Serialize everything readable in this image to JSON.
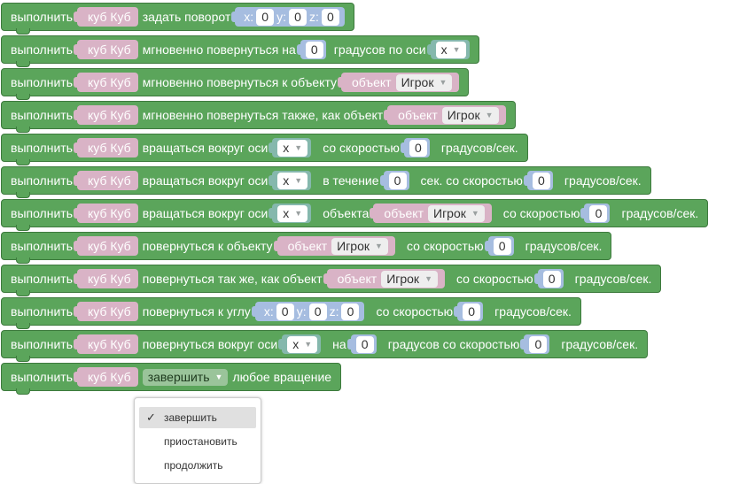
{
  "common": {
    "execute": "выполнить",
    "object": "куб Куб"
  },
  "rows": [
    {
      "action": "задать поворот",
      "x": "0",
      "y": "0",
      "z": "0",
      "xl": "x:",
      "yl": "y:",
      "zl": "z:"
    },
    {
      "action": "мгновенно повернуться на",
      "value": "0",
      "unit": "градусов по оси",
      "axis": "x"
    },
    {
      "action": "мгновенно повернуться к объекту",
      "target_label": "объект",
      "target": "Игрок"
    },
    {
      "action": "мгновенно повернуться также, как объект",
      "target_label": "объект",
      "target": "Игрок"
    },
    {
      "action": "вращаться вокруг оси",
      "axis": "x",
      "speed_label": "со скоростью",
      "speed": "0",
      "unit": "градусов/сек."
    },
    {
      "action": "вращаться вокруг оси",
      "axis": "x",
      "during": "в течение",
      "sec": "0",
      "sec_label": "сек. со скоростью",
      "speed": "0",
      "unit": "градусов/сек."
    },
    {
      "action": "вращаться вокруг оси",
      "axis": "x",
      "of_object": "объекта",
      "target_label": "объект",
      "target": "Игрок",
      "speed_label": "со скоростью",
      "speed": "0",
      "unit": "градусов/сек."
    },
    {
      "action": "повернуться к объекту",
      "target_label": "объект",
      "target": "Игрок",
      "speed_label": "со скоростью",
      "speed": "0",
      "unit": "градусов/сек."
    },
    {
      "action": "повернуться так же, как объект",
      "target_label": "объект",
      "target": "Игрок",
      "speed_label": "со скоростью",
      "speed": "0",
      "unit": "градусов/сек."
    },
    {
      "action": "повернуться к углу",
      "x": "0",
      "y": "0",
      "z": "0",
      "xl": "x:",
      "yl": "y:",
      "zl": "z:",
      "speed_label": "со скоростью",
      "speed": "0",
      "unit": "градусов/сек."
    },
    {
      "action": "повернуться вокруг оси",
      "axis": "x",
      "on": "на",
      "value": "0",
      "speed_label": "градусов со скоростью",
      "speed": "0",
      "unit": "градусов/сек."
    },
    {
      "mode": "завершить",
      "tail": "любое вращение"
    }
  ],
  "dropdown_menu": {
    "items": [
      "завершить",
      "приостановить",
      "продолжить"
    ],
    "selected_index": 0,
    "check": "✓"
  },
  "colors": {
    "block": "#5ba55b",
    "object": "#d9b3c6",
    "number": "#a6bde0",
    "field": "#ffffff"
  }
}
